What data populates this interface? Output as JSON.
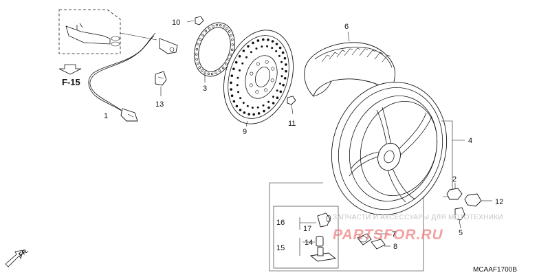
{
  "callouts": [
    {
      "id": "1",
      "label": "1"
    },
    {
      "id": "2",
      "label": "2"
    },
    {
      "id": "3",
      "label": "3"
    },
    {
      "id": "4",
      "label": "4"
    },
    {
      "id": "5",
      "label": "5"
    },
    {
      "id": "6",
      "label": "6"
    },
    {
      "id": "7",
      "label": "7"
    },
    {
      "id": "8",
      "label": "8"
    },
    {
      "id": "9",
      "label": "9"
    },
    {
      "id": "10",
      "label": "10"
    },
    {
      "id": "11",
      "label": "11"
    },
    {
      "id": "12",
      "label": "12"
    },
    {
      "id": "13",
      "label": "13"
    },
    {
      "id": "14",
      "label": "14"
    },
    {
      "id": "15",
      "label": "15"
    },
    {
      "id": "16",
      "label": "16"
    },
    {
      "id": "17",
      "label": "17"
    }
  ],
  "reference": "F-15",
  "direction": "FR.",
  "diagram_code": "MCAAF1700B",
  "watermark": {
    "top": "ЗАПЧАСТИ И АКСЕССУАРЫ ДЛЯ МОТОТЕХНИКИ",
    "logo": "PARTSFOR.RU"
  }
}
